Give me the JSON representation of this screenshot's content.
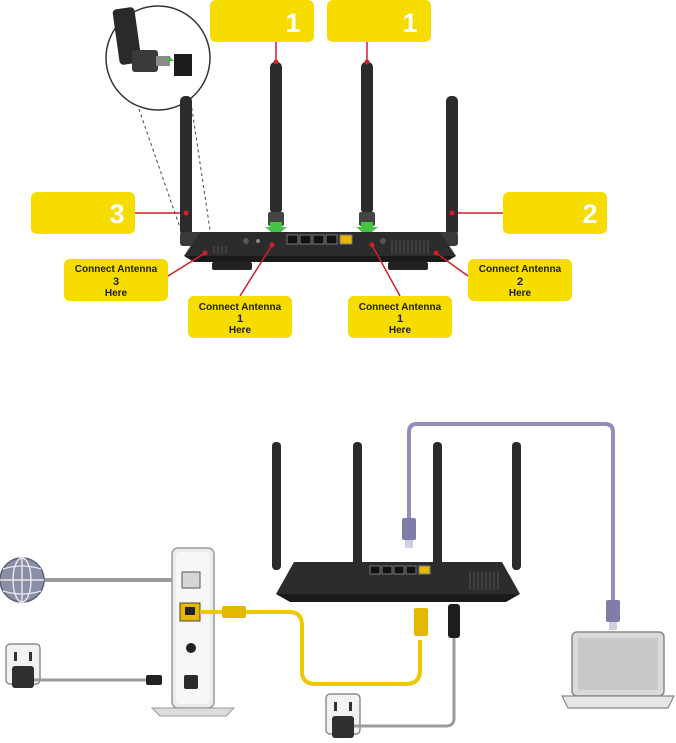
{
  "colors": {
    "callout_yellow": "#f7dc00",
    "router_dark": "#272727",
    "leader_red": "#d11f2a",
    "ethernet_yellow": "#f1c800",
    "cable_purple": "#8f8fb8",
    "cable_grey": "#9b9b9b"
  },
  "top_diagram": {
    "number_tags": [
      {
        "label": "1"
      },
      {
        "label": "1"
      },
      {
        "label": "3"
      },
      {
        "label": "2"
      }
    ],
    "connect_callouts": [
      {
        "line1": "Connect Antenna",
        "number": "3",
        "line3": "Here"
      },
      {
        "line1": "Connect Antenna",
        "number": "1",
        "line3": "Here"
      },
      {
        "line1": "Connect Antenna",
        "number": "1",
        "line3": "Here"
      },
      {
        "line1": "Connect Antenna",
        "number": "2",
        "line3": "Here"
      }
    ]
  },
  "bottom_diagram": {
    "icons": [
      "globe-icon",
      "wall-outlet-icon",
      "modem-icon",
      "router-icon",
      "laptop-icon",
      "ethernet-plug-icon",
      "power-adapter-icon"
    ]
  }
}
